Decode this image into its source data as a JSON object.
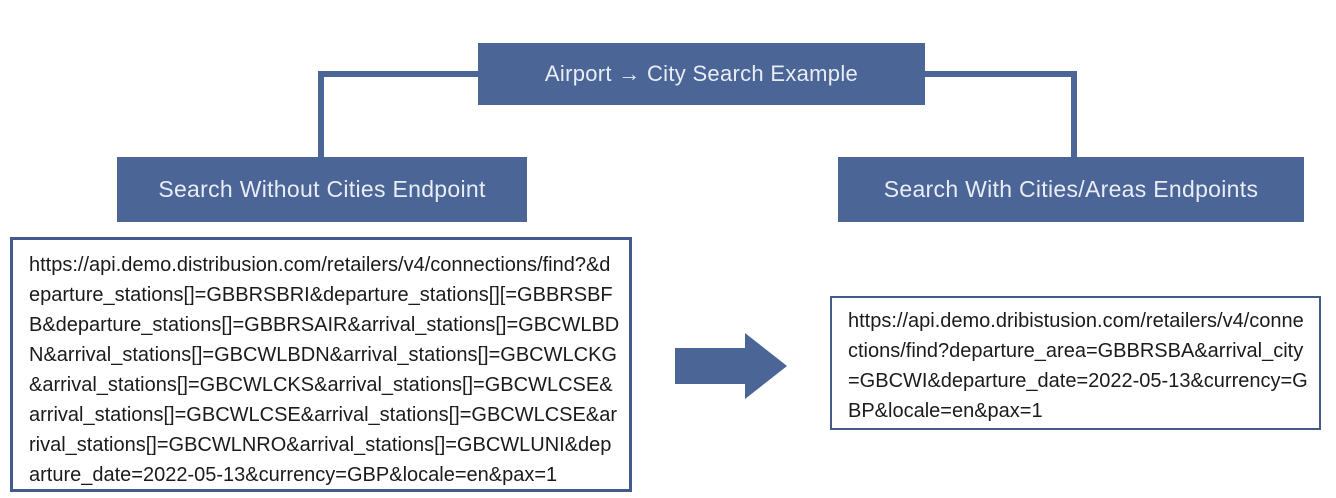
{
  "diagram": {
    "title": "Airport → City Search Example",
    "left_branch": {
      "heading": "Search Without Cities Endpoint",
      "url_lines": [
        "https://api.demo.distribusion.com/retailers/v4/connections/find?&d",
        "eparture_stations[]=GBBRSBRI&departure_stations[][=GBBRSBF",
        "B&departure_stations[]=GBBRSAIR&arrival_stations[]=GBCWLBD",
        "N&arrival_stations[]=GBCWLBDN&arrival_stations[]=GBCWLCKG",
        "&arrival_stations[]=GBCWLCKS&arrival_stations[]=GBCWLCSE&",
        "arrival_stations[]=GBCWLCSE&arrival_stations[]=GBCWLCSE&ar",
        "rival_stations[]=GBCWLNRO&arrival_stations[]=GBCWLUNI&dep",
        "arture_date=2022-05-13&currency=GBP&locale=en&pax=1"
      ]
    },
    "right_branch": {
      "heading": "Search With Cities/Areas Endpoints",
      "url_lines": [
        "https://api.demo.dribistusion.com/retailers/v4/conne",
        "ctions/find?departure_area=GBBRSBA&arrival_city",
        "=GBCWI&departure_date=2022-05-13&currency=G",
        "BP&locale=en&pax=1"
      ]
    },
    "arrow_icon": "right-block-arrow",
    "colors": {
      "accent_blue": "#4a6596",
      "box_border": "#44598c",
      "heading_text": "#e9edf5",
      "url_text": "#1b1b1b"
    }
  }
}
